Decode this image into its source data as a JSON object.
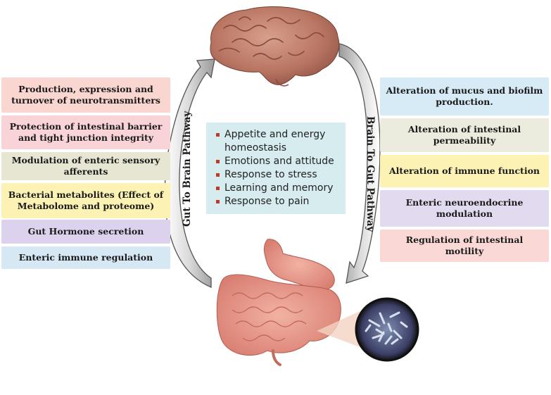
{
  "left_pathway_label": "Gut To Brain Pathway",
  "right_pathway_label": "Brain To Gut Pathway",
  "left_items": [
    {
      "text": "Production, expression and turnover of neurotransmitters",
      "color": "#f9d6d0"
    },
    {
      "text": "Protection of intestinal barrier and tight junction integrity",
      "color": "#f8d4d8"
    },
    {
      "text": "Modulation of enteric sensory afferents",
      "color": "#e7e6d3"
    },
    {
      "text": "Bacterial metabolites (Effect of Metabolome  and proteome)",
      "color": "#fbf2b4"
    },
    {
      "text": "Gut Hormone secretion",
      "color": "#ddd2ee"
    },
    {
      "text": "Enteric immune regulation",
      "color": "#d6e8f4"
    }
  ],
  "right_items": [
    {
      "text": "Alteration of mucus and biofilm production.",
      "color": "#d6ebf6"
    },
    {
      "text": "Alteration of intestinal permeability",
      "color": "#ececde"
    },
    {
      "text": "Alteration of immune function",
      "color": "#fbf2b4"
    },
    {
      "text": "Enteric neuroendocrine modulation",
      "color": "#e2dbf0"
    },
    {
      "text": "Regulation of intestinal motility",
      "color": "#f9d8d6"
    }
  ],
  "center_items": [
    "Appetite and energy homeostasis",
    "Emotions and attitude",
    "Response to stress",
    "Learning and memory",
    "Response to pain"
  ]
}
